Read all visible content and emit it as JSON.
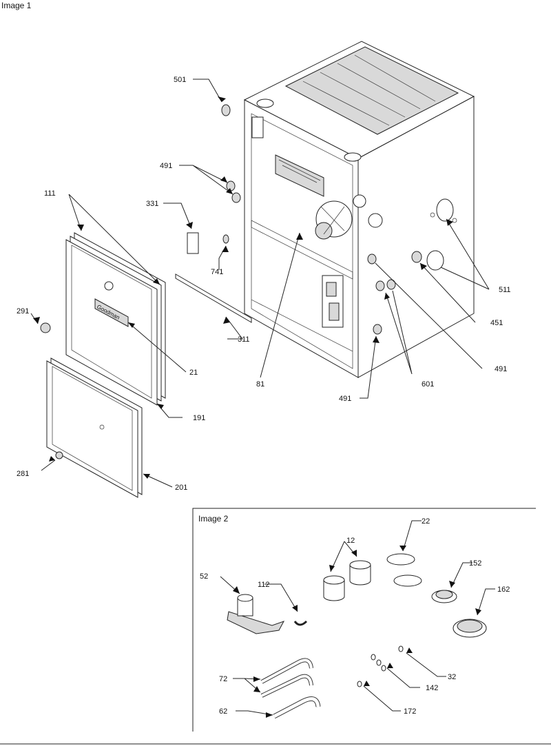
{
  "image1": {
    "title": "Image 1",
    "callouts": [
      "501",
      "491",
      "111",
      "331",
      "741",
      "291",
      "21",
      "81",
      "311",
      "191",
      "281",
      "201",
      "511",
      "451",
      "491",
      "601",
      "491"
    ]
  },
  "image2": {
    "title": "Image 2",
    "callouts": [
      "22",
      "12",
      "152",
      "52",
      "112",
      "162",
      "32",
      "72",
      "142",
      "62",
      "172"
    ]
  },
  "logo_text": "Goodman",
  "colors": {
    "line": "#222222",
    "fill": "#d9d9d9",
    "background": "#ffffff"
  }
}
